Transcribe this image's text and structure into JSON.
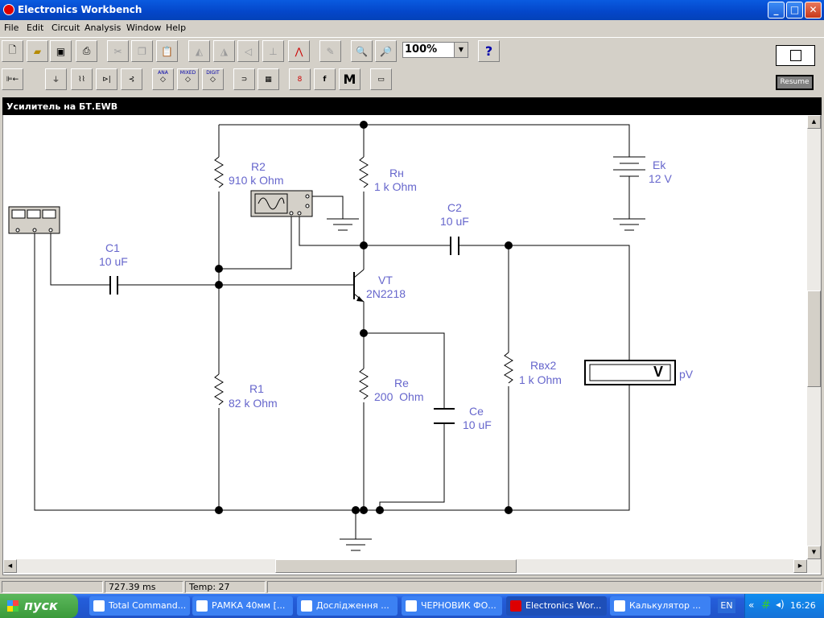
{
  "app": {
    "title": "Electronics Workbench"
  },
  "window_controls": {
    "minimize": "_",
    "maximize": "□",
    "close": "✕"
  },
  "menu": [
    "File",
    "Edit",
    "Circuit",
    "Analysis",
    "Window",
    "Help"
  ],
  "toolbar": {
    "zoom_value": "100%",
    "help_label": "?",
    "resume_label": "Resume",
    "parts_labels": [
      "ANA",
      "MIXED",
      "DIGIT"
    ],
    "misc_label": "M"
  },
  "document": {
    "title": "Усилитель на БТ.EWB"
  },
  "circuit": {
    "r2": {
      "name": "R2",
      "value": "910 k Ohm"
    },
    "rn": {
      "name": "Rн",
      "value": "1 k Ohm"
    },
    "ek": {
      "name": "Ek",
      "value": "12 V"
    },
    "c2": {
      "name": "C2",
      "value": "10 uF"
    },
    "c1": {
      "name": "C1",
      "value": "10 uF"
    },
    "vt": {
      "name": "VT",
      "value": "2N2218"
    },
    "r1": {
      "name": "R1",
      "value": "82 k Ohm"
    },
    "re": {
      "name": "Re",
      "value": "200  Ohm"
    },
    "ce": {
      "name": "Ce",
      "value": "10 uF"
    },
    "rvx2": {
      "name": "Rвх2",
      "value": "1 k Ohm"
    },
    "voltmeter": {
      "symbol": "V",
      "reading": "pV"
    }
  },
  "status": {
    "time": "727.39 ms",
    "temp": "Temp:  27"
  },
  "taskbar": {
    "start_label": "пуск",
    "tasks": [
      "Total Command...",
      "РАМКА 40мм [...",
      "Дослідження ...",
      "ЧЕРНОВИК ФО...",
      "Electronics Wor...",
      "Калькулятор ..."
    ],
    "language": "EN",
    "clock": "16:26"
  },
  "colors": {
    "wire": "#000000",
    "label": "#6666cc",
    "titlebar": "#0a5be0",
    "taskbar": "#245edb"
  }
}
